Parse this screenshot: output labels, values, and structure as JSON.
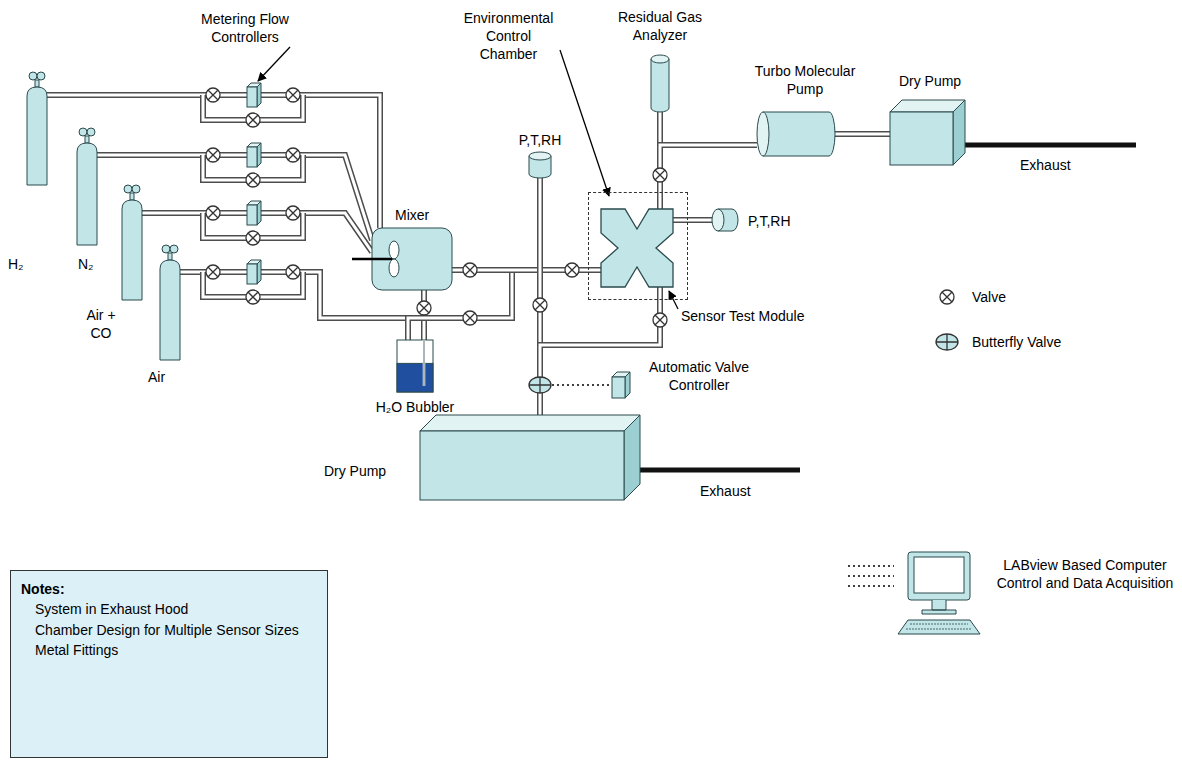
{
  "diagram": {
    "nodes": [
      {
        "text": [
          "H₂"
        ]
      },
      {
        "text": [
          "N₂"
        ]
      },
      {
        "text": [
          "Air + CO"
        ]
      },
      {
        "text": [
          "Air"
        ]
      },
      {
        "text": [
          "Mixer"
        ]
      },
      {
        "text": [
          "H₂O Bubbler"
        ]
      },
      {
        "text": [
          "P,T,RH"
        ]
      },
      {
        "text": [
          "Environmental Control Chamber"
        ]
      },
      {
        "text": [
          "Sensor Test Module"
        ],
        "in": 7
      },
      {
        "text": [
          "P,T,RH"
        ]
      },
      {
        "text": [
          "Residual Gas Analyzer"
        ]
      },
      {
        "text": [
          "Turbo Molecular Pump"
        ]
      },
      {
        "text": [
          "Dry Pump"
        ]
      },
      {
        "text": [
          "Automatic Valve Controller"
        ]
      },
      {
        "text": [
          "Dry Pump"
        ]
      },
      {
        "text": [
          "Notes:",
          "System in Exhaust Hood",
          "Chamber Design for Multiple Sensor Sizes",
          "Metal Fittings"
        ]
      },
      {
        "text": [
          "LABview Based Computer Control and Data Acquisition"
        ]
      }
    ],
    "edges": [
      {
        "from": 0,
        "to": 4,
        "arrow": "none"
      },
      {
        "from": 1,
        "to": 4,
        "arrow": "none"
      },
      {
        "from": 2,
        "to": 4,
        "arrow": "none"
      },
      {
        "from": 3,
        "to": 8,
        "arrow": "none"
      },
      {
        "from": 4,
        "to": 5,
        "arrow": "none"
      },
      {
        "from": 5,
        "to": 8,
        "arrow": "none"
      },
      {
        "from": 4,
        "to": 8,
        "arrow": "none"
      },
      {
        "from": 6,
        "to": 14,
        "arrow": "none"
      },
      {
        "from": 8,
        "to": 10,
        "arrow": "none"
      },
      {
        "from": 8,
        "to": 11,
        "arrow": "none"
      },
      {
        "from": 8,
        "to": 9,
        "arrow": "none"
      },
      {
        "from": 8,
        "to": 14,
        "arrow": "none"
      },
      {
        "from": 11,
        "to": 12,
        "arrow": "none"
      }
    ],
    "labels": [
      "Metering Flow Controllers",
      "Exhaust",
      "Exhaust"
    ],
    "legend": [
      {
        "text": "Valve"
      },
      {
        "text": "Butterfly Valve"
      }
    ]
  }
}
